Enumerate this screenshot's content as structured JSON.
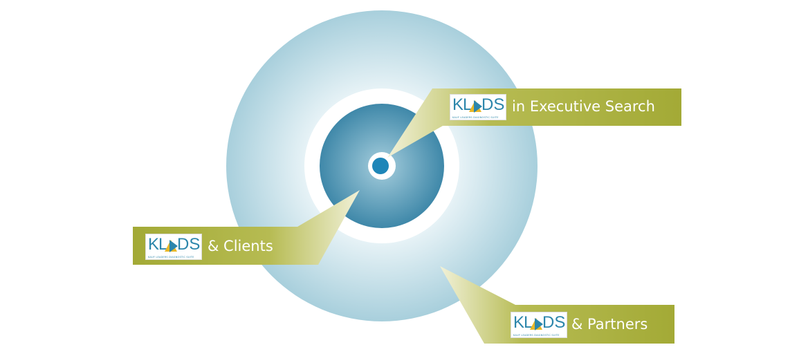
{
  "logo": {
    "text_left": "KL",
    "text_right": "DS",
    "tagline": "KAUF LEADERS DIAGNOSTIC SUITE"
  },
  "callouts": [
    {
      "label": "in Executive Search"
    },
    {
      "label": "& Clients"
    },
    {
      "label": "& Partners"
    }
  ],
  "colors": {
    "callout_green": "#a3aa36",
    "ring_blue": "#a9d0dc",
    "core_blue": "#4f93b0",
    "dot_blue": "#1e86b8"
  }
}
